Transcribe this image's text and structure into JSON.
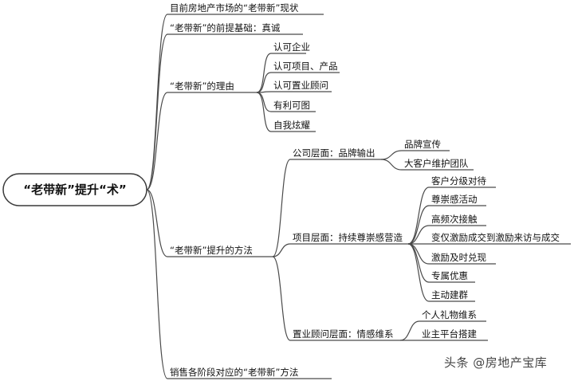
{
  "root": {
    "label": "“老带新”提升“术”"
  },
  "branches": {
    "status": "目前房地产市场的“老带新”现状",
    "premise": "“老带新”的前提基础：真诚",
    "reasons": {
      "label": "“老带新”的理由",
      "items": [
        "认可企业",
        "认可项目、产品",
        "认可置业顾问",
        "有利可图",
        "自我炫耀"
      ]
    },
    "methods": {
      "label": "“老带新”提升的方法",
      "company": {
        "label": "公司层面：品牌输出",
        "items": [
          "品牌宣传",
          "大客户维护团队"
        ]
      },
      "project": {
        "label": "项目层面：持续尊崇感营造",
        "items": [
          "客户分级对待",
          "尊崇感活动",
          "高频次接触",
          "变仅激励成交到激励来访与成交",
          "激励及时兑现",
          "专属优惠",
          "主动建群"
        ]
      },
      "consultant": {
        "label": "置业顾问层面：情感维系",
        "items": [
          "个人礼物维系",
          "业主平台搭建"
        ]
      }
    },
    "stages": "销售各阶段对应的“老带新”方法"
  },
  "watermark": "头条 @房地产宝库"
}
